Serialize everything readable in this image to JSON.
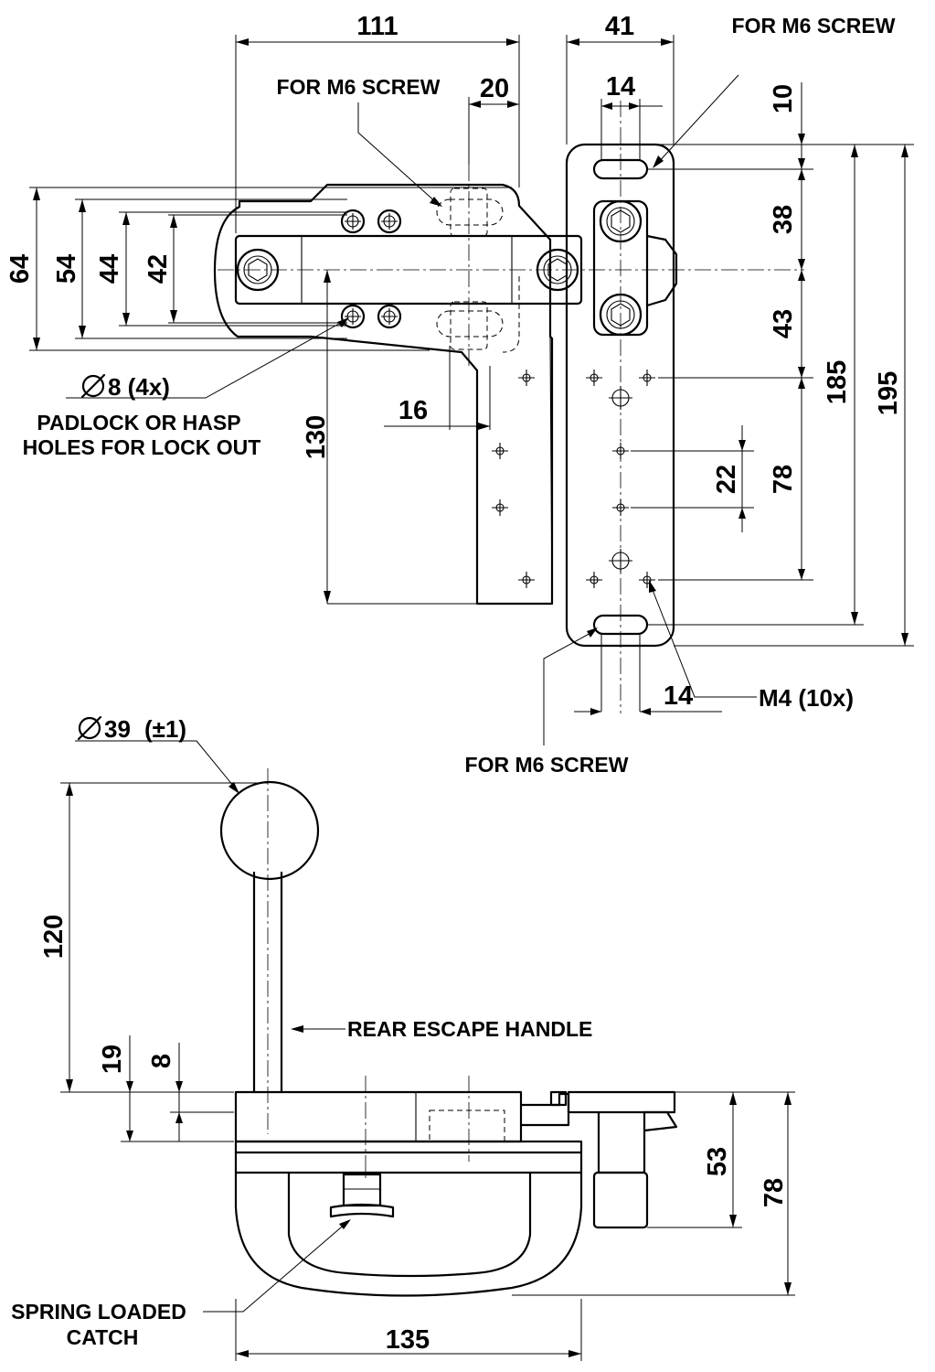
{
  "top_view": {
    "dimensions": {
      "w111": "111",
      "w41": "41",
      "w20": "20",
      "w14_top": "14",
      "w14_bottom": "14",
      "w16": "16",
      "h10": "10",
      "h38": "38",
      "h43": "43",
      "h78": "78",
      "h22": "22",
      "h185": "185",
      "h195": "195",
      "h130": "130",
      "h64": "64",
      "h54": "54",
      "h44": "44",
      "h42": "42"
    },
    "notes": {
      "m6_screw_top_right": "FOR M6 SCREW",
      "m6_screw_top_left": "FOR M6 SCREW",
      "m6_screw_bottom": "FOR M6 SCREW",
      "m4_holes": "M4 (10x)",
      "hole_dia": "8 (4x)",
      "padlock_line1": "PADLOCK OR HASP",
      "padlock_line2": "HOLES FOR LOCK OUT"
    }
  },
  "side_view": {
    "dimensions": {
      "ball_dia": "39",
      "ball_tol": "(±1)",
      "h120": "120",
      "h19": "19",
      "h8": "8",
      "h53": "53",
      "h78": "78",
      "w135": "135"
    },
    "notes": {
      "rear_handle": "REAR ESCAPE HANDLE",
      "spring_line1": "SPRING LOADED",
      "spring_line2": "CATCH"
    }
  }
}
